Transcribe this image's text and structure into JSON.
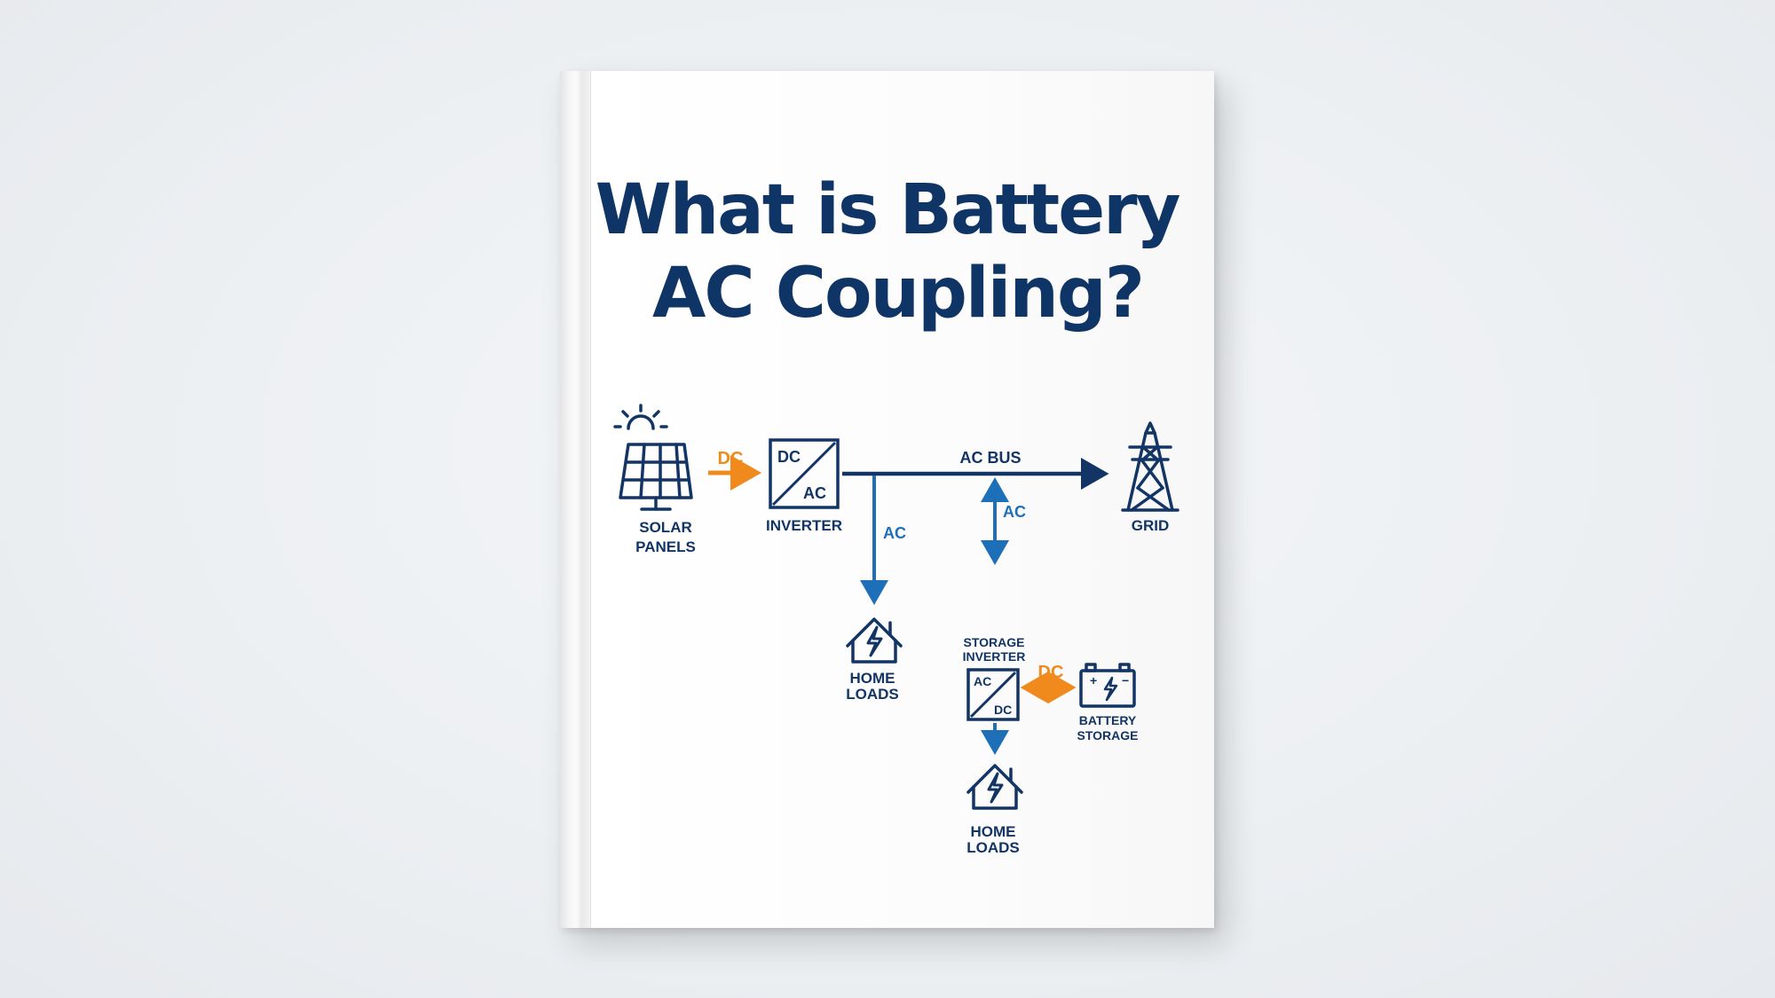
{
  "title": {
    "line1": "What is Battery",
    "line2": "AC Coupling?"
  },
  "diagram": {
    "solar_panels": {
      "line1": "SOLAR",
      "line2": "PANELS",
      "icon": "solar-panel-icon"
    },
    "inverter": {
      "label": "INVERTER",
      "dc": "DC",
      "ac": "AC",
      "icon": "inverter-icon"
    },
    "grid": {
      "label": "GRID",
      "icon": "transmission-tower-icon"
    },
    "ac_bus": "AC BUS",
    "flow_dc": "DC",
    "flow_ac_home": "AC",
    "flow_ac_storage": "AC",
    "storage_inverter": {
      "line1": "STORAGE",
      "line2": "INVERTER",
      "ac": "AC",
      "dc": "DC",
      "icon": "storage-inverter-icon"
    },
    "flow_dc_battery": "DC",
    "battery": {
      "line1": "BATTERY",
      "line2": "STORAGE",
      "plus": "+",
      "minus": "−",
      "icon": "battery-icon"
    },
    "home_loads_1": {
      "line1": "HOME",
      "line2": "LOADS",
      "icon": "house-lightning-icon"
    },
    "home_loads_2": {
      "line1": "HOME",
      "line2": "LOADS",
      "icon": "house-lightning-icon"
    }
  },
  "colors": {
    "navy": "#123566",
    "blue": "#1d6fb8",
    "orange": "#f08a1c"
  }
}
